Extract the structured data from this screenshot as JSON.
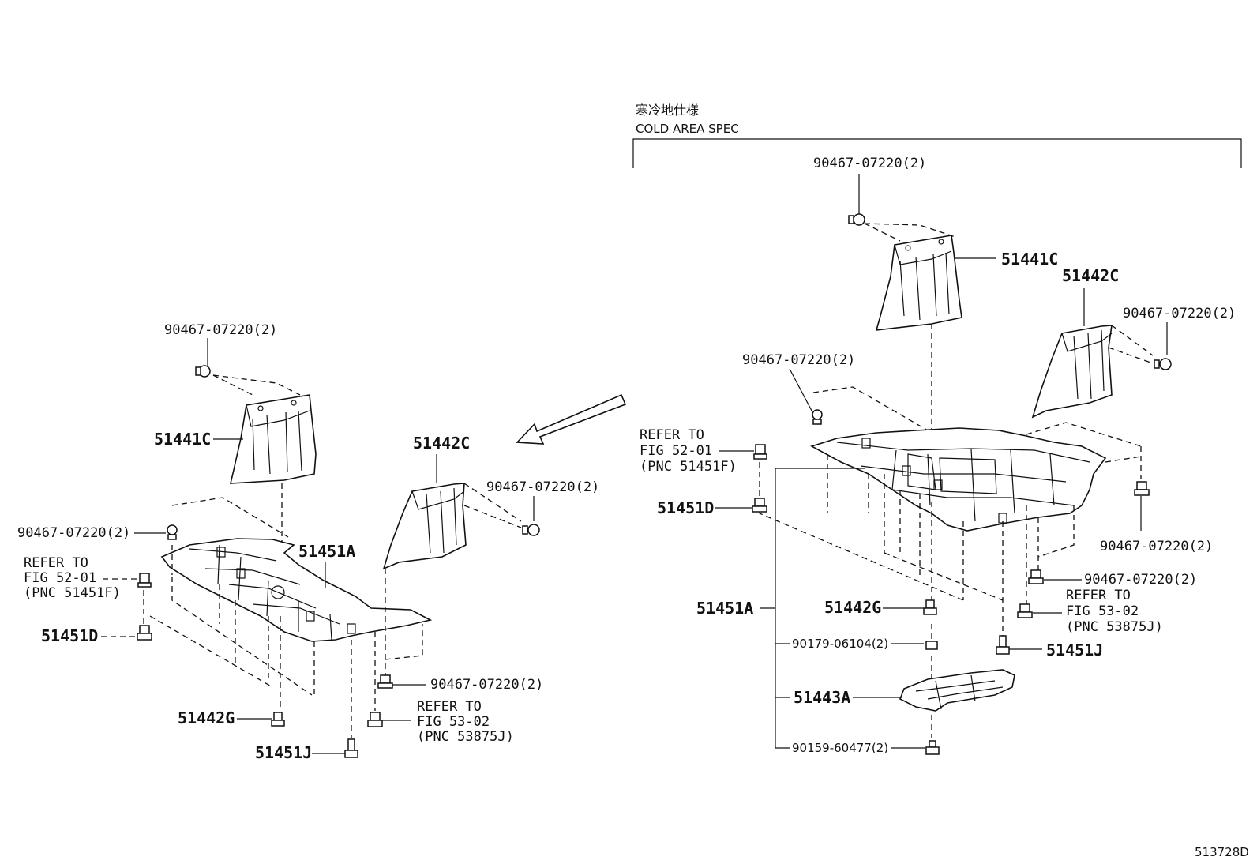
{
  "cold_area_jp": "寒冷地仕様",
  "cold_area_en": "COLD AREA SPEC",
  "diagram_code": "513728D",
  "left": {
    "top_bolt": "90467-07220(2)",
    "p51441c": "51441C",
    "p51442c": "51442C",
    "right_bolt": "90467-07220(2)",
    "left_bolt": "90467-07220(2)",
    "refer1_a": "REFER TO",
    "refer1_b": "FIG 52-01",
    "refer1_c": "(PNC 51451F)",
    "p51451a": "51451A",
    "p51451d": "51451D",
    "lower_bolt": "90467-07220(2)",
    "refer2_a": "REFER TO",
    "refer2_b": "FIG 53-02",
    "refer2_c": "(PNC 53875J)",
    "p51442g": "51442G",
    "p51451j": "51451J"
  },
  "right": {
    "top_bolt": "90467-07220(2)",
    "p51441c": "51441C",
    "p51442c": "51442C",
    "right_bolt1": "90467-07220(2)",
    "mid_bolt": "90467-07220(2)",
    "refer1_a": "REFER TO",
    "refer1_b": "FIG 52-01",
    "refer1_c": "(PNC 51451F)",
    "p51451d": "51451D",
    "right_bolt2": "90467-07220(2)",
    "right_bolt3": "90467-07220(2)",
    "refer2_a": "REFER TO",
    "refer2_b": "FIG 53-02",
    "refer2_c": "(PNC 53875J)",
    "p51451a": "51451A",
    "p51442g": "51442G",
    "p90179": "90179-06104(2)",
    "p51451j": "51451J",
    "p51443a": "51443A",
    "p90159": "90159-60477(2)"
  }
}
